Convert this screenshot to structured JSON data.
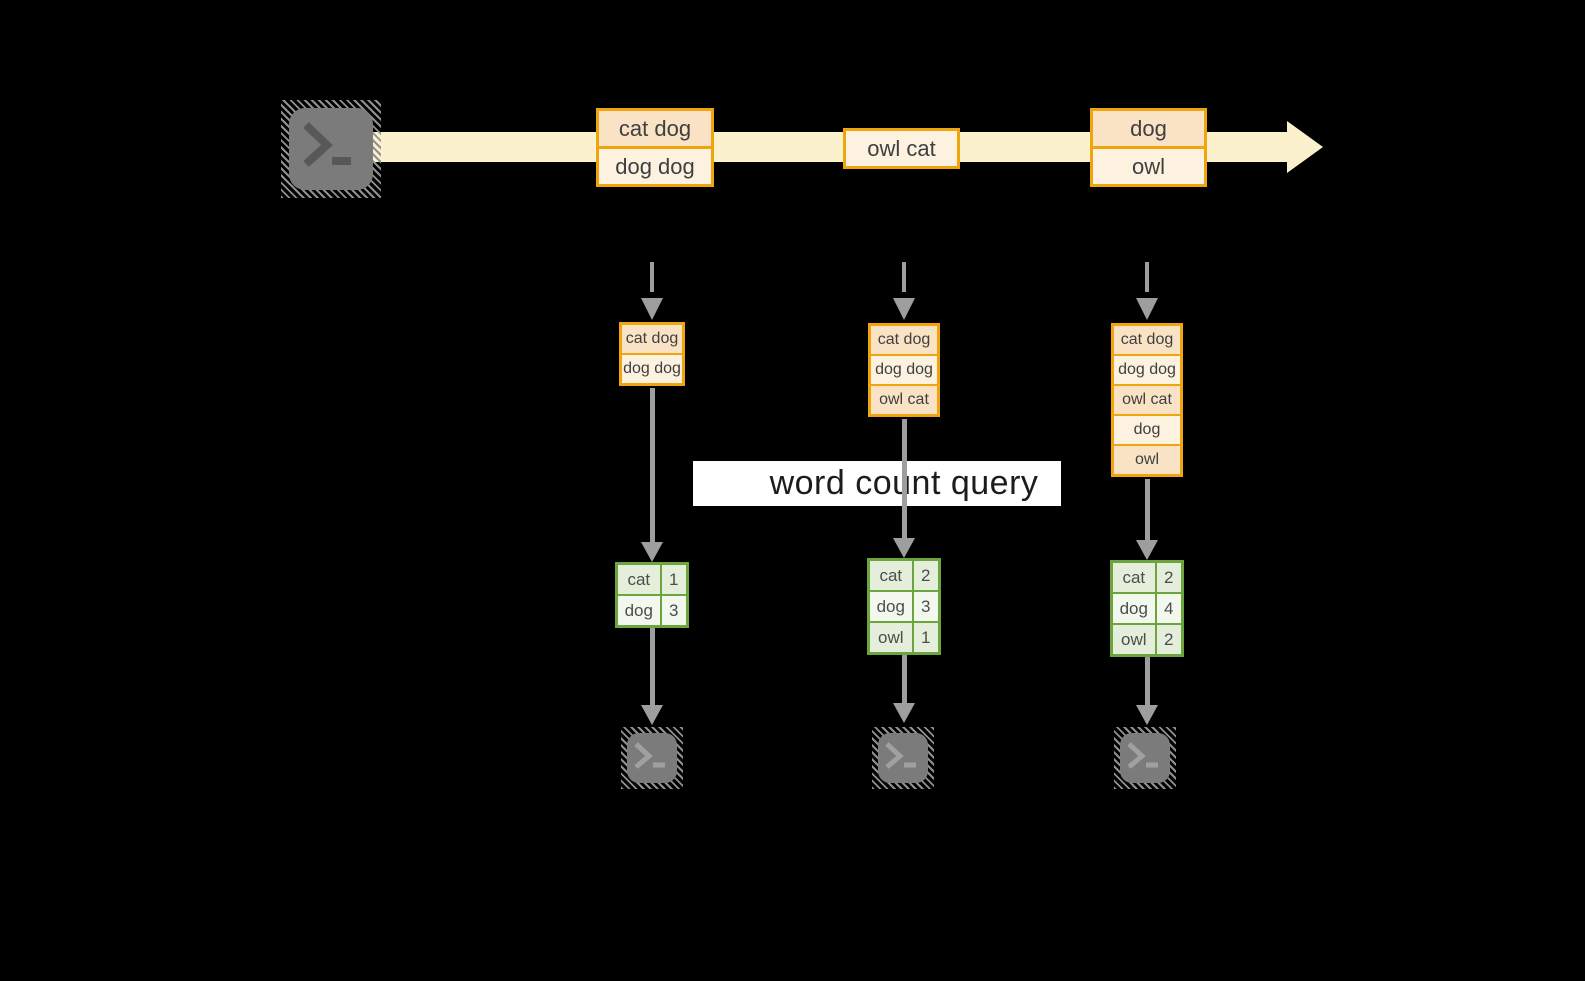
{
  "query": {
    "label": "word count query"
  },
  "stream": {
    "events": [
      {
        "rows": [
          "cat dog",
          "dog dog"
        ]
      },
      {
        "rows": [
          "owl cat"
        ]
      },
      {
        "rows": [
          "dog",
          "owl"
        ]
      }
    ]
  },
  "states": [
    {
      "rows": [
        "cat dog",
        "dog dog"
      ]
    },
    {
      "rows": [
        "cat dog",
        "dog dog",
        "owl cat"
      ]
    },
    {
      "rows": [
        "cat dog",
        "dog dog",
        "owl cat",
        "dog",
        "owl"
      ]
    }
  ],
  "tables": [
    {
      "rows": [
        {
          "word": "cat",
          "count": "1"
        },
        {
          "word": "dog",
          "count": "3"
        }
      ]
    },
    {
      "rows": [
        {
          "word": "cat",
          "count": "2"
        },
        {
          "word": "dog",
          "count": "3"
        },
        {
          "word": "owl",
          "count": "1"
        }
      ]
    },
    {
      "rows": [
        {
          "word": "cat",
          "count": "2"
        },
        {
          "word": "dog",
          "count": "4"
        },
        {
          "word": "owl",
          "count": "2"
        }
      ]
    }
  ],
  "icons": {
    "producer": "terminal-icon",
    "consumer_1": "terminal-icon",
    "consumer_2": "terminal-icon",
    "consumer_3": "terminal-icon"
  },
  "colors": {
    "background": "#000000",
    "stream_band": "#FCF1CD",
    "event_border": "#F0A40E",
    "event_fill_dark": "#FAE3C5",
    "event_fill_light": "#FDF2DF",
    "table_border": "#6CA43E",
    "table_fill_dark": "#E4EEDA",
    "table_fill_light": "#F3F8EF",
    "arrow_gray": "#9E9E9E",
    "query_band": "#FFFFFF"
  }
}
